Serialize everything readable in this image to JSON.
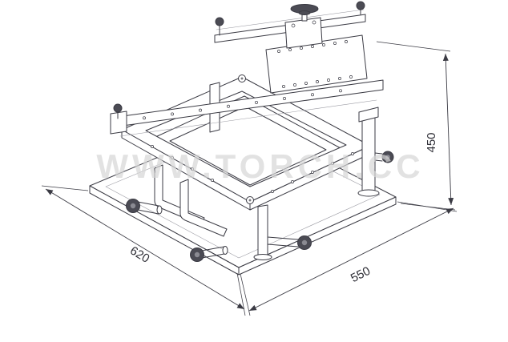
{
  "drawing": {
    "watermark": "WWW.TORCH.CC",
    "dimensions": {
      "width_label": "620",
      "depth_label": "550",
      "height_label": "450"
    },
    "colors": {
      "line": "#3b3b44",
      "knob_dark": "#4b4b54",
      "watermark": "#d7d7d7"
    }
  }
}
